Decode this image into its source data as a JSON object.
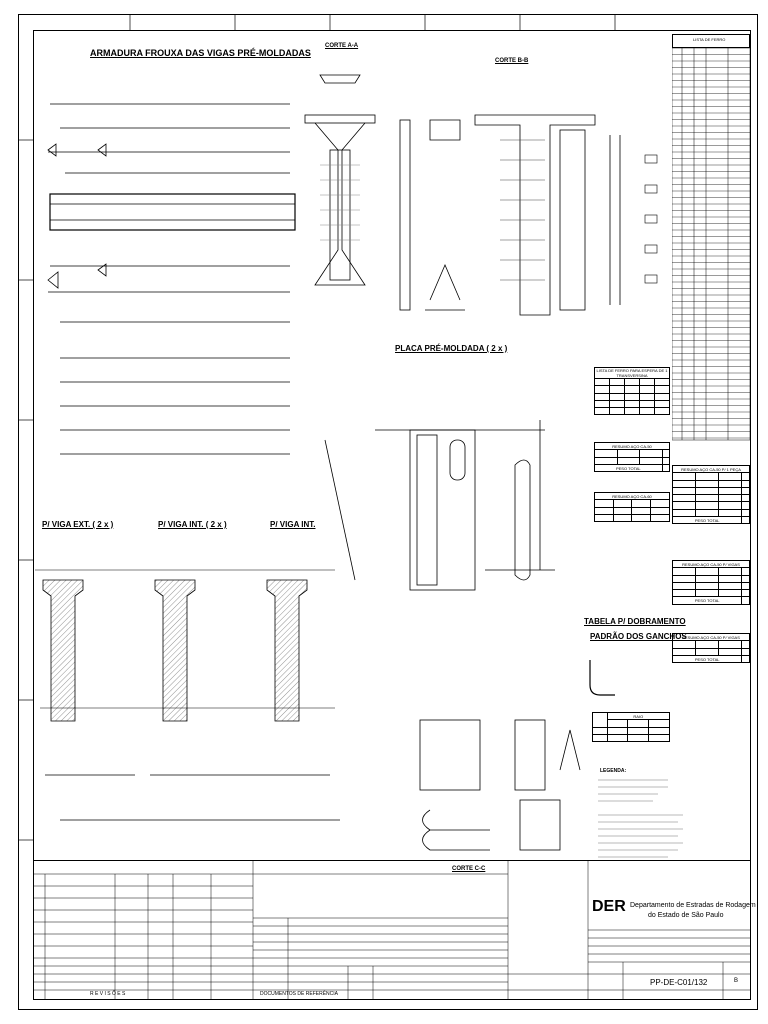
{
  "drawing": {
    "main_title": "ARMADURA FROUXA DAS VIGAS PRÉ-MOLDADAS",
    "corte_aa": "CORTE A-A",
    "corte_bb": "CORTE B-B",
    "corte_cc": "CORTE C-C",
    "placa": "PLACA PRÉ-MOLDADA ( 2 x )",
    "viga_ext": "P/ VIGA EXT. ( 2 x )",
    "viga_int1": "P/ VIGA INT. ( 2 x )",
    "viga_int2": "P/ VIGA INT.",
    "tabela_title": "TABELA P/ DOBRAMENTO",
    "padrao_title": "PADRÃO DOS GANCHOS",
    "lista_ferro": "LISTA DE FERRO",
    "lista_ferro_placa": "LISTA DE FERRO PARA ESPERA DE 1 TRANSVERSINA",
    "resumo1": "RESUMO AÇO CA-50",
    "resumo2": "RESUMO AÇO CA-60",
    "resumo3": "RESUMO AÇO CA-50 P/ 1 PEÇA",
    "resumo4": "RESUMO AÇO CA-50 P/ VIGAS",
    "resumo5": "RESUMO AÇO CA-50 P/ VIGAS",
    "raio": "RAIO",
    "legenda": "LEGENDA:",
    "peso_total": "PESO TOTAL"
  },
  "titleblock": {
    "org_logo": "DER",
    "org_name_1": "Departamento de Estradas de Rodagem",
    "org_name_2": "do Estado de São Paulo",
    "drawing_number": "PP-DE-C01/132",
    "sheet": "B",
    "revisoes": "R E V I S Õ E S",
    "documentos": "DOCUMENTOS DE REFERÊNCIA"
  }
}
